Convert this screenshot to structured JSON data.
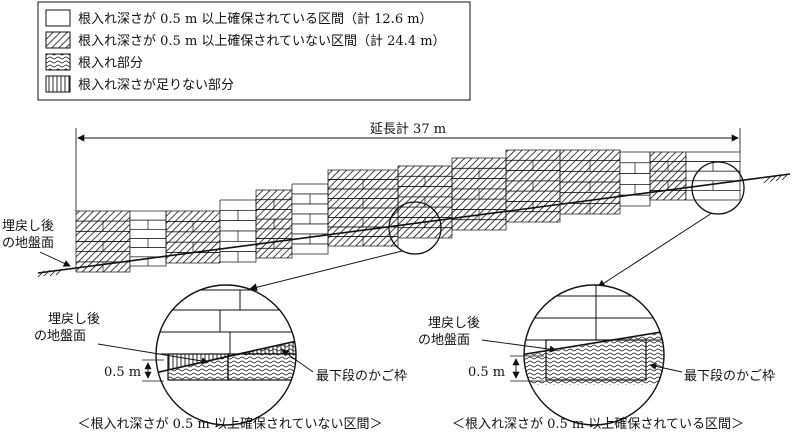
{
  "legend": {
    "items": [
      {
        "key": "blank",
        "label": "根入れ深さが 0.5 m 以上確保されている区間（計 12.6 m）"
      },
      {
        "key": "hatch",
        "label": "根入れ深さが 0.5 m 以上確保されていない区間（計 24.4 m）"
      },
      {
        "key": "wave",
        "label": "根入れ部分"
      },
      {
        "key": "vertical",
        "label": "根入れ深さが足りない部分"
      }
    ]
  },
  "main": {
    "length_label": "延長計 37 m",
    "ground_label_line1": "埋戻し後",
    "ground_label_line2": "の地盤面"
  },
  "detail_left": {
    "ground_label_line1": "埋戻し後",
    "ground_label_line2": "の地盤面",
    "depth_label": "0.5 m",
    "frame_label": "最下段のかご枠",
    "caption": "＜根入れ深さが 0.5 m 以上確保されていない区間＞"
  },
  "detail_right": {
    "ground_label_line1": "埋戻し後",
    "ground_label_line2": "の地盤面",
    "depth_label": "0.5 m",
    "frame_label": "最下段のかご枠",
    "caption": "＜根入れ深さが 0.5 m 以上確保されている区間＞"
  },
  "colors": {
    "stroke": "#111111",
    "fill": "#ffffff"
  }
}
